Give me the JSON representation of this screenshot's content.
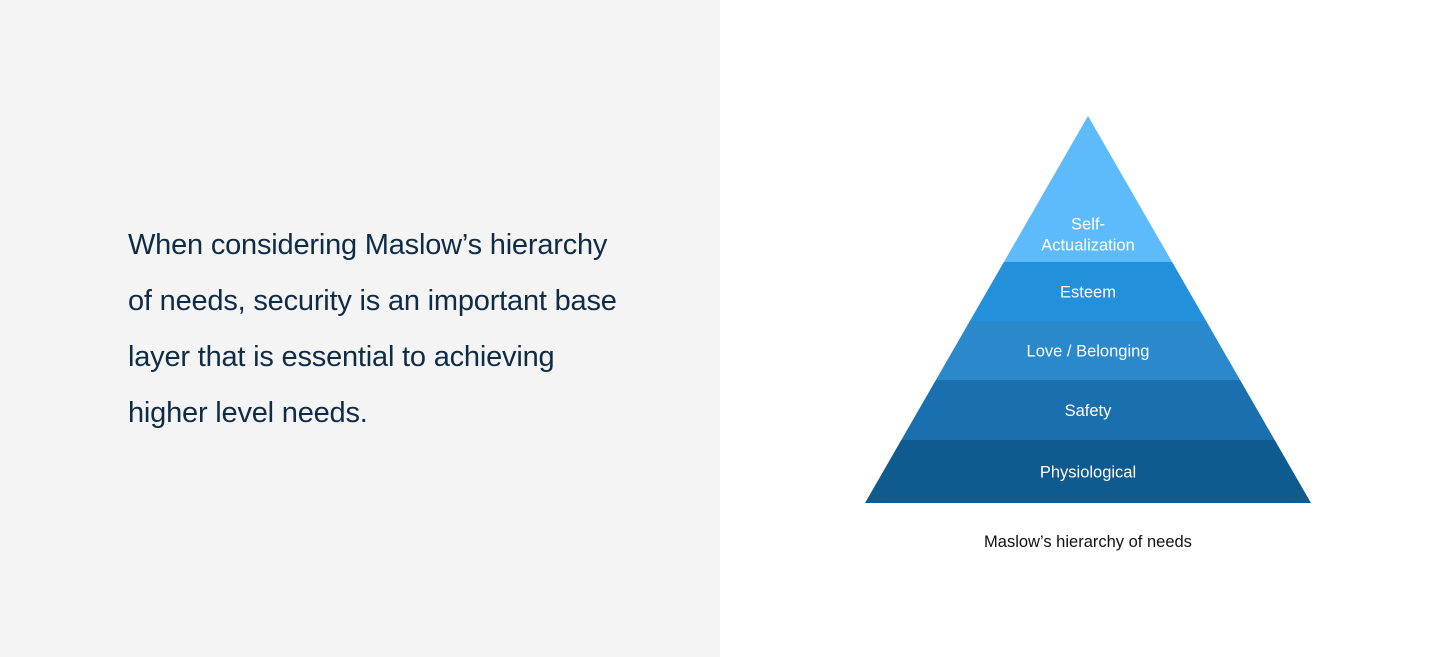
{
  "left": {
    "statement": "When considering Maslow’s hierarchy of needs, security is an important base layer that is essential to achieving higher level needs."
  },
  "diagram": {
    "layers": [
      {
        "label_lines": [
          "Self-",
          "Actualization"
        ],
        "color": "#5dbbfc"
      },
      {
        "label_lines": [
          "Esteem"
        ],
        "color": "#2390dc"
      },
      {
        "label_lines": [
          "Love / Belonging"
        ],
        "color": "#2a88cb"
      },
      {
        "label_lines": [
          "Safety"
        ],
        "color": "#1a70ae"
      },
      {
        "label_lines": [
          "Physiological"
        ],
        "color": "#0f5a8e"
      }
    ],
    "caption": "Maslow’s hierarchy of needs"
  }
}
